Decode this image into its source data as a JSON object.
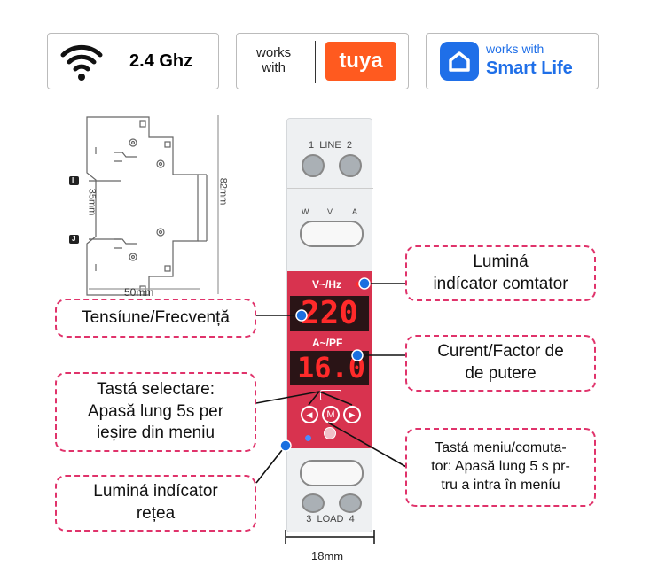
{
  "badges": {
    "wifi": "2.4 Ghz",
    "tuya_works": "works",
    "tuya_with": "with",
    "tuya_logo": "tuya",
    "smartlife_works": "works with",
    "smartlife_name": "Smart Life"
  },
  "drawing": {
    "width": "50mm",
    "height": "82mm",
    "rail": "35mm",
    "marker_top": "I",
    "marker_bottom": "J"
  },
  "device": {
    "top_label": "1  LINE  2",
    "bottom_label": "3  LOAD  4",
    "mode_w": "W",
    "mode_v": "V",
    "mode_a": "A",
    "display_top_label": "V~/Hz",
    "display_top_value": "220",
    "display_bottom_label": "A~/PF",
    "display_bottom_value": "16.0",
    "menu_button": "M",
    "width": "18mm"
  },
  "callouts": {
    "counter_light": [
      "Luminá",
      "indícator comtator"
    ],
    "voltage": "Tensíune/Frecvență",
    "current": [
      "Curent/Factor de",
      "de putere"
    ],
    "select_key": [
      "Tastá selectare:",
      "Apasă lung 5s per",
      "ieșire din meniu"
    ],
    "menu_key": [
      "Tastá meniu/comuta-",
      "tor: Apasă lung 5 s pr-",
      "tru a intra în meníu"
    ],
    "network_light": [
      "Luminá indícator",
      "rețea"
    ]
  },
  "colors": {
    "accent": "#e0336b",
    "panel": "#d8334f",
    "led": "#ff2a2a",
    "dot": "#1a6fe0",
    "tuya": "#ff5a1f",
    "smartlife": "#1f6fe8"
  }
}
